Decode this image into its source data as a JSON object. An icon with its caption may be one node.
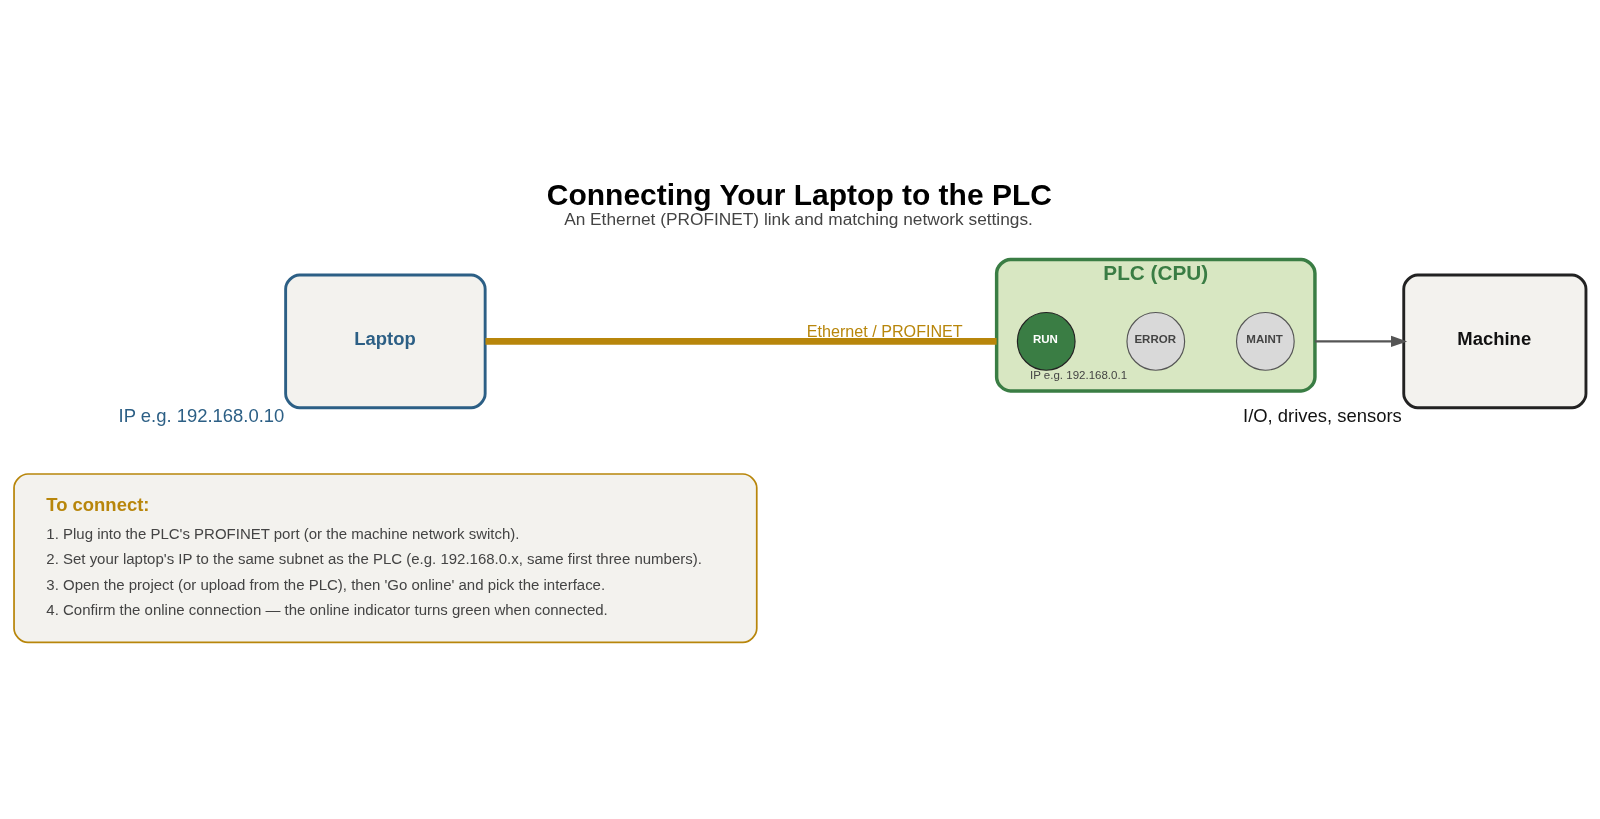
{
  "diagram": {
    "title": "Connecting Your Laptop to the PLC",
    "caption": "An Ethernet (PROFINET) link and matching network settings.",
    "nodes": [
      {
        "text": [
          "Laptop"
        ],
        "beside": [
          "IP e.g. 192.168.0.10"
        ]
      },
      {
        "text": [
          "PLC (CPU)"
        ],
        "beside": [
          "IP e.g. 192.168.0.1"
        ]
      },
      {
        "text": [
          "RUN"
        ],
        "in": 1
      },
      {
        "text": [
          "ERROR"
        ],
        "in": 1
      },
      {
        "text": [
          "MAINT"
        ],
        "in": 1
      },
      {
        "text": [
          "Machine"
        ],
        "beside": [
          "I/O, drives, sensors"
        ]
      },
      {
        "text": [
          "To connect:",
          "1. Plug into the PLC's PROFINET port (or the machine network switch).",
          "2. Set your laptop's IP to the same subnet as the PLC (e.g. 192.168.0.x, same first three numbers).",
          "3. Open the project (or upload from the PLC), then 'Go online' and pick the interface.",
          "4. Confirm the online connection — the online indicator turns green when connected."
        ]
      }
    ],
    "edges": [
      {
        "from": 0,
        "to": 1,
        "arrow": "none",
        "label": "Ethernet / PROFINET",
        "style": "thick",
        "color": "#b8860b"
      },
      {
        "from": 1,
        "to": 5,
        "arrow": "to",
        "color": "#555555"
      }
    ]
  }
}
